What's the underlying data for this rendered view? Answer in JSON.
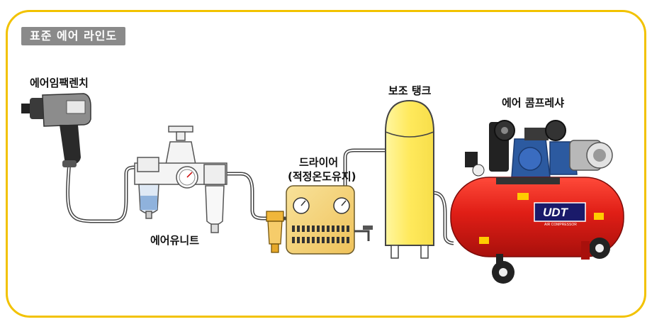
{
  "title": "표준 에어 라인도",
  "labels": {
    "impact_wrench": "에어임팩렌치",
    "air_unit": "에어유니트",
    "dryer_line1": "드라이어",
    "dryer_line2": "(적정온도유지)",
    "aux_tank": "보조 탱크",
    "compressor": "에어 콤프레샤"
  },
  "brand": "UDT",
  "brand_sub": "AIR COMPRESSOR",
  "colors": {
    "frame": "#f2c200",
    "tag_bg": "#8a8a8a",
    "tank_fill": "#fff07a",
    "dryer_fill": "#f5d77a",
    "compressor_red": "#e02020",
    "motor_blue": "#2c5aa0"
  }
}
